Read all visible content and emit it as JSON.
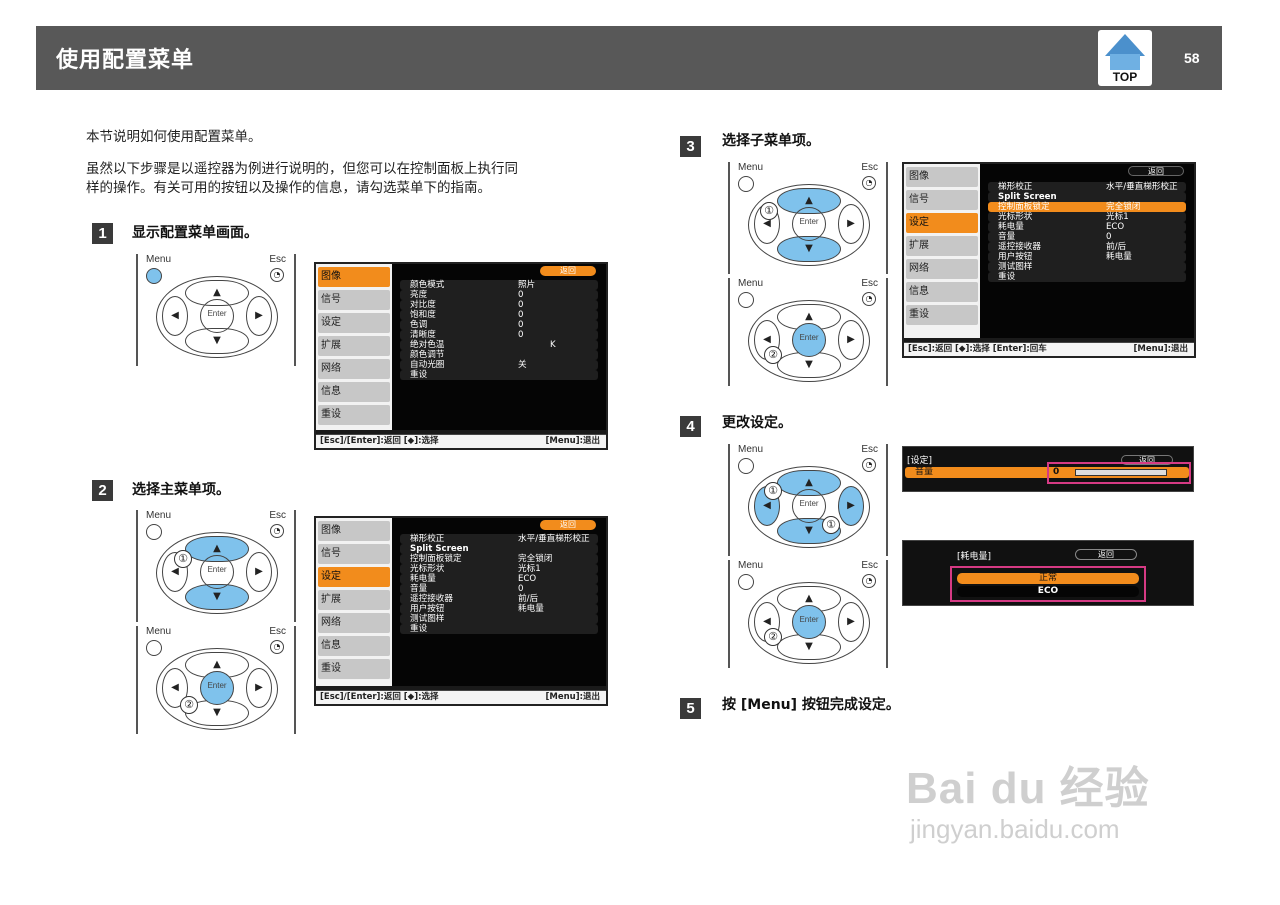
{
  "header": {
    "title": "使用配置菜单",
    "top_label": "TOP",
    "page_number": "58"
  },
  "intro": {
    "p1": "本节说明如何使用配置菜单。",
    "p2a": "虽然以下步骤是以遥控器为例进行说明的，但您可以在控制面板上执行同",
    "p2b": "样的操作。有关可用的按钮以及操作的信息，请勾选菜单下的指南。"
  },
  "steps": [
    {
      "num": "1",
      "title": "显示配置菜单画面。"
    },
    {
      "num": "2",
      "title": "选择主菜单项。"
    },
    {
      "num": "3",
      "title": "选择子菜单项。"
    },
    {
      "num": "4",
      "title": "更改设定。"
    },
    {
      "num": "5",
      "title": "按 [Menu] 按钮完成设定。"
    }
  ],
  "remote": {
    "menu": "Menu",
    "esc": "Esc",
    "enter": "Enter",
    "up": "▲",
    "down": "▼",
    "left": "◀",
    "right": "▶",
    "c1": "①",
    "c2": "②"
  },
  "side_menu": [
    "图像",
    "信号",
    "设定",
    "扩展",
    "网络",
    "信息",
    "重设"
  ],
  "menu1": {
    "ret": "返回",
    "rows": [
      [
        "颜色模式",
        "照片"
      ],
      [
        "亮度",
        "0"
      ],
      [
        "对比度",
        "0"
      ],
      [
        "饱和度",
        "0"
      ],
      [
        "色调",
        "0"
      ],
      [
        "清晰度",
        "0"
      ],
      [
        "绝对色温",
        "K"
      ],
      [
        "颜色调节",
        ""
      ],
      [
        "自动光圈",
        "关"
      ],
      [
        "重设",
        ""
      ]
    ],
    "foot_l": "[Esc]/[Enter]:返回 [◆]:选择",
    "foot_r": "[Menu]:退出"
  },
  "menu2": {
    "ret": "返回",
    "rows": [
      [
        "梯形校正",
        "水平/垂直梯形校正"
      ],
      [
        "Split Screen",
        ""
      ],
      [
        "控制面板锁定",
        "完全锁闭"
      ],
      [
        "光标形状",
        "光标1"
      ],
      [
        "耗电量",
        "ECO"
      ],
      [
        "音量",
        "0"
      ],
      [
        "遥控接收器",
        "前/后"
      ],
      [
        "用户按钮",
        "耗电量"
      ],
      [
        "测试图样",
        ""
      ],
      [
        "重设",
        ""
      ]
    ],
    "foot_l": "[Esc]/[Enter]:返回 [◆]:选择",
    "foot_r": "[Menu]:退出"
  },
  "menu3": {
    "ret": "返回",
    "rows": [
      [
        "梯形校正",
        "水平/垂直梯形校正"
      ],
      [
        "Split Screen",
        ""
      ],
      [
        "控制面板锁定",
        "完全锁闭"
      ],
      [
        "光标形状",
        "光标1"
      ],
      [
        "耗电量",
        "ECO"
      ],
      [
        "音量",
        "0"
      ],
      [
        "遥控接收器",
        "前/后"
      ],
      [
        "用户按钮",
        "耗电量"
      ],
      [
        "测试图样",
        ""
      ],
      [
        "重设",
        ""
      ]
    ],
    "foot_l": "[Esc]:返回 [◆]:选择 [Enter]:回车",
    "foot_r": "[Menu]:退出"
  },
  "step4": {
    "a_title": "[设定]",
    "a_ret": "返回",
    "a_item": "音量",
    "a_val": "0",
    "b_title": "[耗电量]",
    "b_ret": "返回",
    "b_opt1": "正常",
    "b_opt2": "ECO"
  },
  "watermark": {
    "brand": "Bai du 经验",
    "url": "jingyan.baidu.com"
  }
}
